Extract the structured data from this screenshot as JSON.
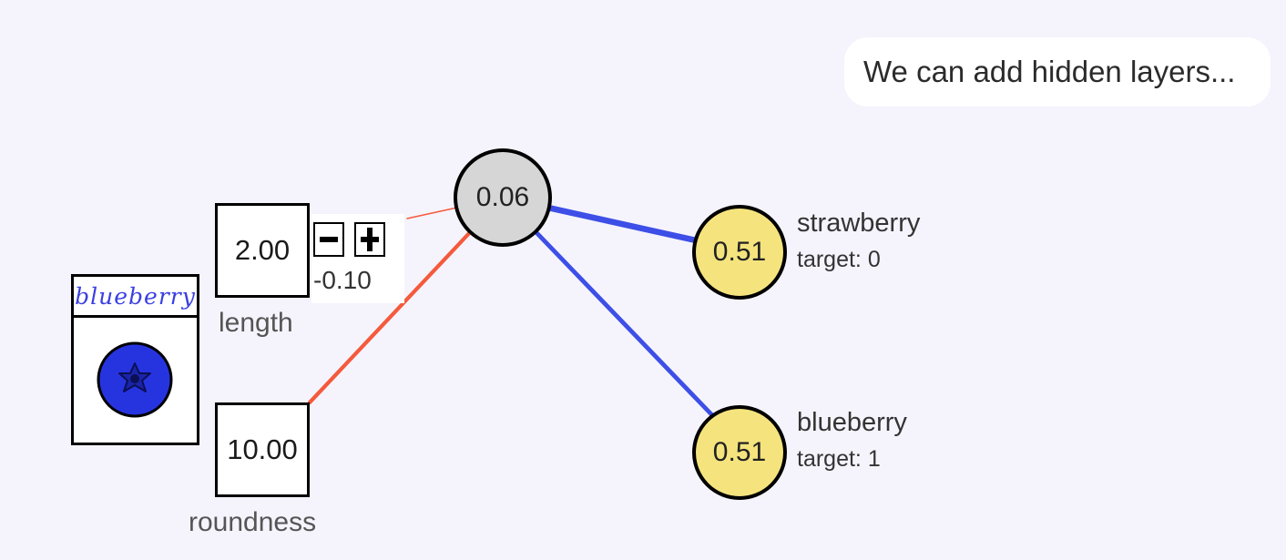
{
  "speech": {
    "text": "We can add hidden layers..."
  },
  "inputs": [
    {
      "name": "length",
      "value": "2.00"
    },
    {
      "name": "roundness",
      "value": "10.00"
    }
  ],
  "weight_editor": {
    "weight": "-0.10"
  },
  "hidden": {
    "value": "0.06"
  },
  "outputs": [
    {
      "name": "strawberry",
      "value": "0.51",
      "target": "target: 0"
    },
    {
      "name": "blueberry",
      "value": "0.51",
      "target": "target: 1"
    }
  ],
  "fruit_card": {
    "label": "blueberry",
    "icon": "blueberry-icon"
  },
  "edges": [
    {
      "from": "length",
      "to": "hidden",
      "weight": -0.1,
      "color": "#f45a3c"
    },
    {
      "from": "roundness",
      "to": "hidden",
      "weight": -0.35,
      "color": "#f45a3c"
    },
    {
      "from": "hidden",
      "to": "strawberry",
      "weight": 0.55,
      "color": "#3d4fe6"
    },
    {
      "from": "hidden",
      "to": "blueberry",
      "weight": 0.4,
      "color": "#3d4fe6"
    }
  ],
  "colors": {
    "background": "#f5f4fd",
    "positive_weight": "#3d4fe6",
    "negative_weight": "#f45a3c",
    "hidden_node": "#d6d6d6",
    "output_node": "#f5e47e",
    "fruit_label": "#3a3fe0",
    "blueberry": "#2634e0"
  }
}
